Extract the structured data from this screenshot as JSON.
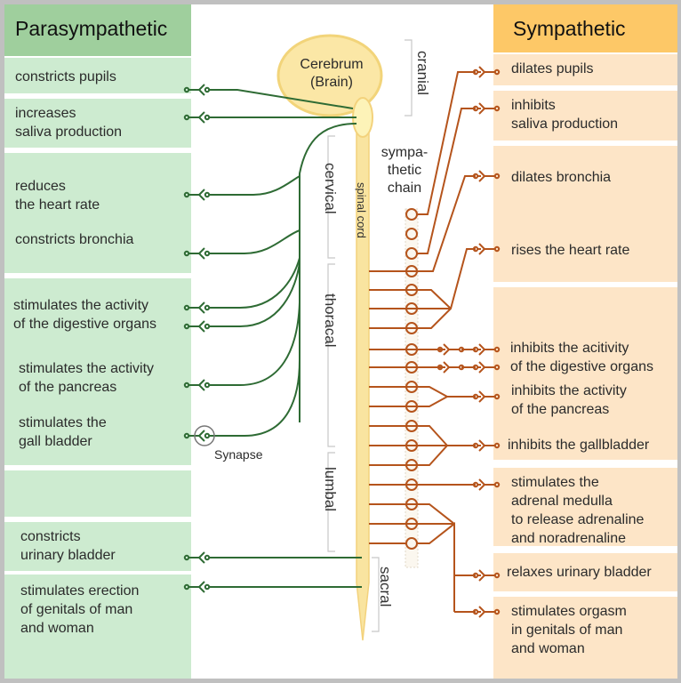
{
  "parasympathetic": {
    "title": "Parasympathetic",
    "effects": [
      "constricts pupils",
      "increases\nsaliva production",
      "reduces\nthe heart rate",
      "constricts bronchia",
      "stimulates the activity\nof the digestive organs",
      "stimulates the activity\nof the pancreas",
      "stimulates the\ngall bladder",
      "constricts\nurinary bladder",
      "stimulates erection\nof genitals of man\nand woman"
    ]
  },
  "sympathetic": {
    "title": "Sympathetic",
    "effects": [
      "dilates pupils",
      "inhibits\nsaliva production",
      "dilates bronchia",
      "rises the heart rate",
      "inhibits the acitivity\nof the digestive organs",
      "inhibits the activity\nof the pancreas",
      "inhibits the gallbladder",
      "stimulates the\nadrenal medulla\nto release adrenaline\nand noradrenaline",
      "relaxes urinary bladder",
      "stimulates orgasm\nin genitals of man\nand woman"
    ]
  },
  "anatomy": {
    "brain": "Cerebrum\n(Brain)",
    "spinal_cord": "spinal cord",
    "sympathetic_chain": "sympa-\nthetic\nchain",
    "synapse": "Synapse",
    "regions": [
      "cranial",
      "cervical",
      "thoracal",
      "lumbal",
      "sacral"
    ]
  },
  "colors": {
    "parasympathetic_nerve": "#2e6b34",
    "sympathetic_nerve": "#b5541c",
    "parasympathetic_bg": "#cdebd0",
    "parasympathetic_header": "#9fcf9d",
    "sympathetic_bg": "#fde5c7",
    "sympathetic_header": "#fdc867",
    "spinal_cord": "#f7dc8c"
  }
}
